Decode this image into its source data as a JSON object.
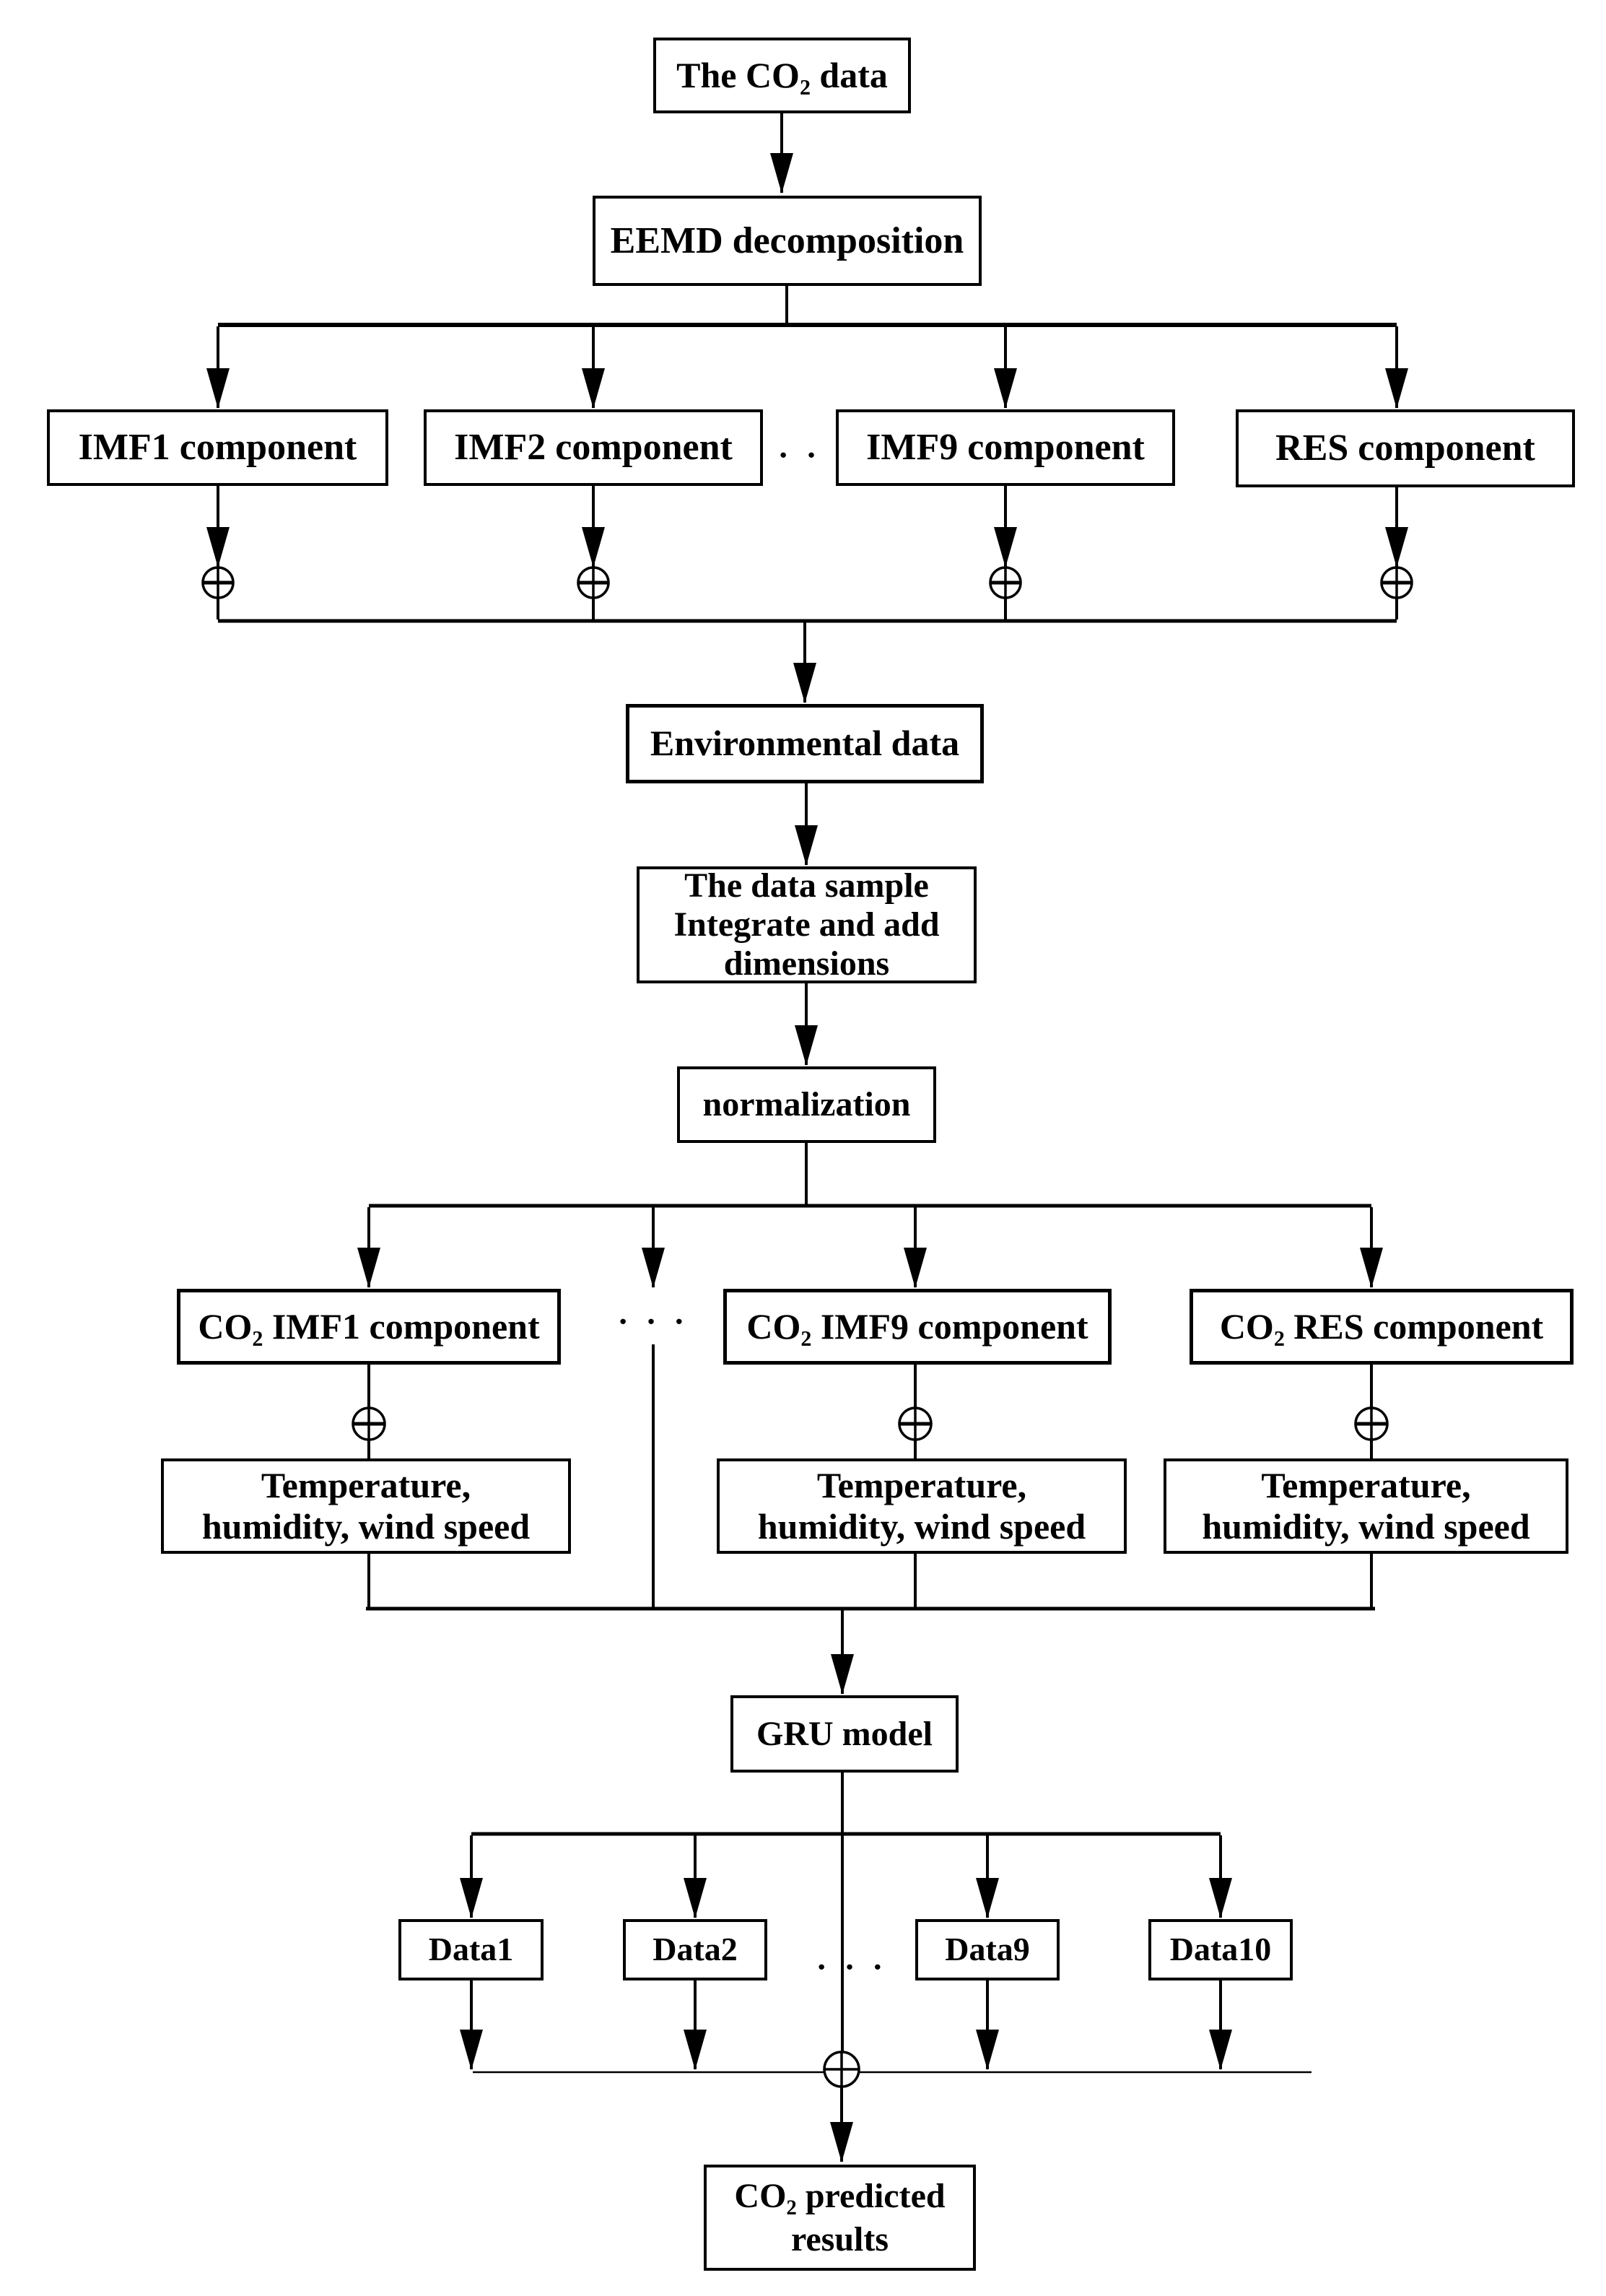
{
  "diagram": {
    "type": "flowchart",
    "background_color": "#ffffff",
    "line_color": "#000000",
    "text_color": "#000000",
    "nodes": {
      "co2_data": "The CO₂ data",
      "eemd": "EEMD decomposition",
      "imf1": "IMF1 component",
      "imf2": "IMF2 component",
      "imf9": "IMF9 component",
      "res": "RES component",
      "env": "Environmental data",
      "sample": "The data sample\nIntegrate and add\ndimensions",
      "norm": "normalization",
      "co2_imf1": "CO₂ IMF1 component",
      "co2_imf9": "CO₂ IMF9 component",
      "co2_res": "CO₂ RES component",
      "temp1": "Temperature,\nhumidity, wind speed",
      "temp2": "Temperature,\nhumidity, wind speed",
      "temp3": "Temperature,\nhumidity, wind speed",
      "gru": "GRU model",
      "data1": "Data1",
      "data2": "Data2",
      "data9": "Data9",
      "data10": "Data10",
      "result": "CO₂ predicted\nresults"
    },
    "ellipsis": "· · ·",
    "junction_symbol": "⊕"
  }
}
